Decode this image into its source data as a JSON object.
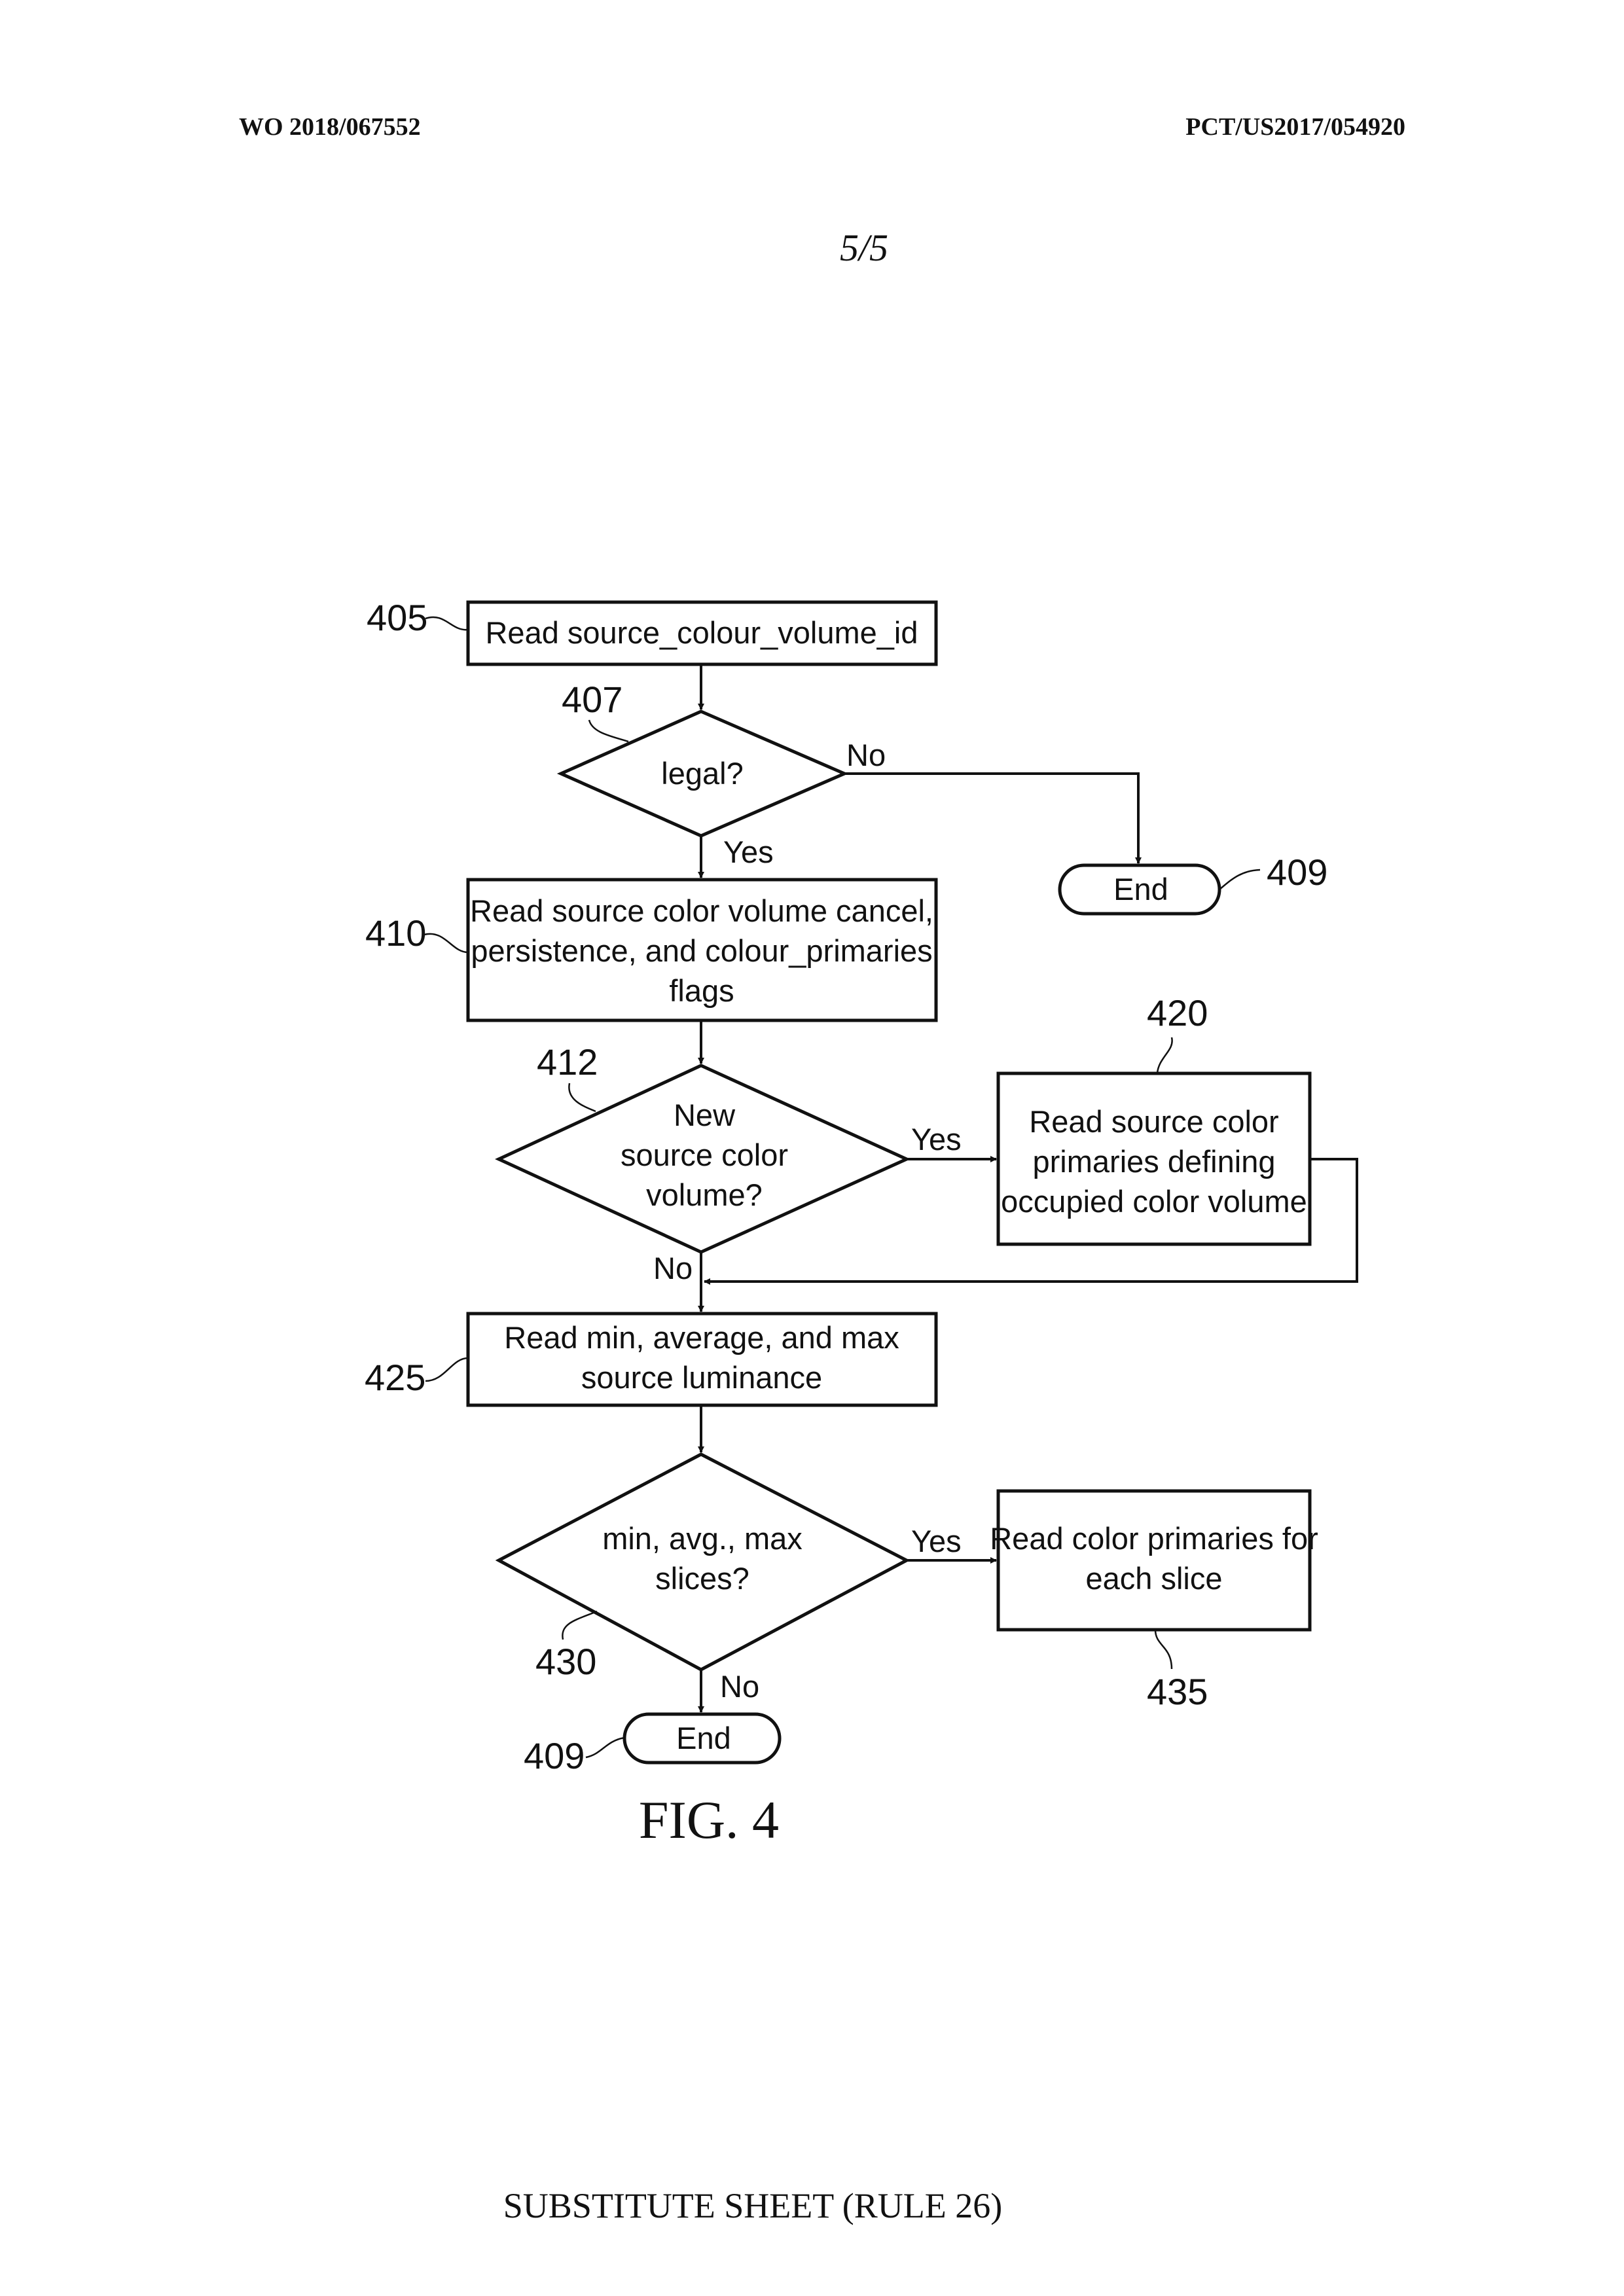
{
  "header": {
    "publication_number": "WO 2018/067552",
    "application_number": "PCT/US2017/054920"
  },
  "page_number": "5/5",
  "figure_label": "FIG. 4",
  "footer": "SUBSTITUTE SHEET (RULE 26)",
  "nodes": {
    "n405": {
      "ref": "405",
      "lines": [
        "Read source_colour_volume_id"
      ]
    },
    "n407": {
      "ref": "407",
      "lines": [
        "legal?"
      ]
    },
    "n409a": {
      "ref": "409",
      "lines": [
        "End"
      ]
    },
    "n410": {
      "ref": "410",
      "lines": [
        "Read source color volume cancel,",
        "persistence, and colour_primaries",
        "flags"
      ]
    },
    "n412": {
      "ref": "412",
      "lines": [
        "New",
        "source color",
        "volume?"
      ]
    },
    "n420": {
      "ref": "420",
      "lines": [
        "Read source color",
        "primaries defining",
        "occupied color volume"
      ]
    },
    "n425": {
      "ref": "425",
      "lines": [
        "Read min, average, and max",
        "source luminance"
      ]
    },
    "n430": {
      "ref": "430",
      "lines": [
        "min, avg., max",
        "slices?"
      ]
    },
    "n435": {
      "ref": "435",
      "lines": [
        "Read color primaries for",
        "each slice"
      ]
    },
    "n409b": {
      "ref": "409",
      "lines": [
        "End"
      ]
    }
  },
  "edge_labels": {
    "e407_no": "No",
    "e407_yes": "Yes",
    "e412_yes": "Yes",
    "e412_no": "No",
    "e430_yes": "Yes",
    "e430_no": "No"
  }
}
